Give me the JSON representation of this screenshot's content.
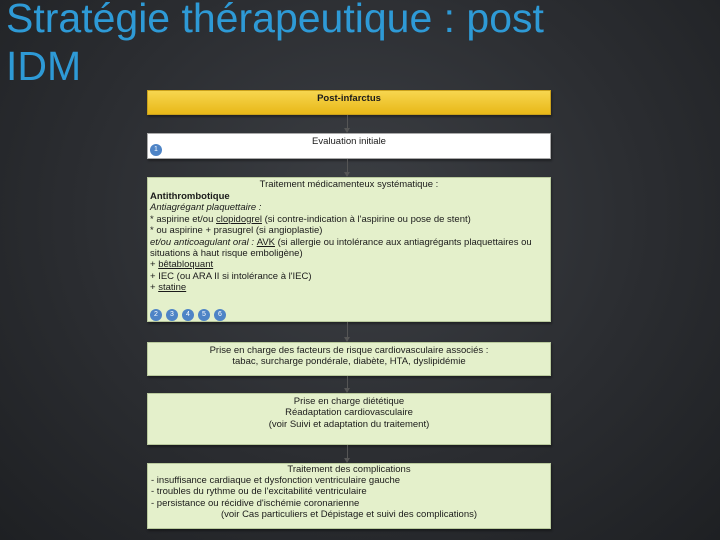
{
  "slide": {
    "title_line1": "Stratégie thérapeutique : post",
    "title_line2": "IDM"
  },
  "colors": {
    "title": "#2e9ad6",
    "header_box": "#f0c52e",
    "step_box": "#e4f0cb",
    "badge": "#4e84c6"
  },
  "diagram": {
    "header": "Post-infarctus",
    "evaluation": {
      "label": "Evaluation initiale",
      "badge": "1"
    },
    "treatment": {
      "heading": "Traitement médicamenteux systématique :",
      "lines": {
        "antithrombotic": "Antithrombotique",
        "antiplatelet": "Antiagrégant plaquettaire :",
        "l1_prefix": "* aspirine et/ou ",
        "l1_drug": "clopidogrel",
        "l1_suffix": " (si contre-indication à l'aspirine ou pose de stent)",
        "l2": "* ou aspirine + prasugrel (si angioplastie)",
        "l3_prefix": "et/ou anticoagulant oral : ",
        "l3_drug": "AVK",
        "l3_suffix": " (si allergie ou intolérance aux antiagrégants plaquettaires ou",
        "l4": "situations à haut risque emboligène)",
        "l5_prefix": "+ ",
        "l5_drug": "bêtabloquant",
        "l6": "+ IEC (ou ARA II si intolérance à l'IEC)",
        "l7_prefix": "+ ",
        "l7_drug": "statine"
      },
      "badges": [
        "2",
        "3",
        "4",
        "5",
        "6"
      ]
    },
    "risk_factors": {
      "line1": "Prise en charge des facteurs de risque cardiovasculaire associés :",
      "line2": "tabac, surcharge pondérale, diabète, HTA, dyslipidémie"
    },
    "diet": {
      "line1": "Prise en charge diététique",
      "line2": "Réadaptation cardiovasculaire",
      "line3": "(voir Suivi et adaptation du traitement)"
    },
    "complications": {
      "heading": "Traitement des complications",
      "line1": "- insuffisance cardiaque et dysfonction ventriculaire gauche",
      "line2": "- troubles du rythme ou de l'excitabilité ventriculaire",
      "line3": "- persistance ou récidive d'ischémie coronarienne",
      "line4": "(voir Cas particuliers et Dépistage et suivi des complications)"
    }
  }
}
